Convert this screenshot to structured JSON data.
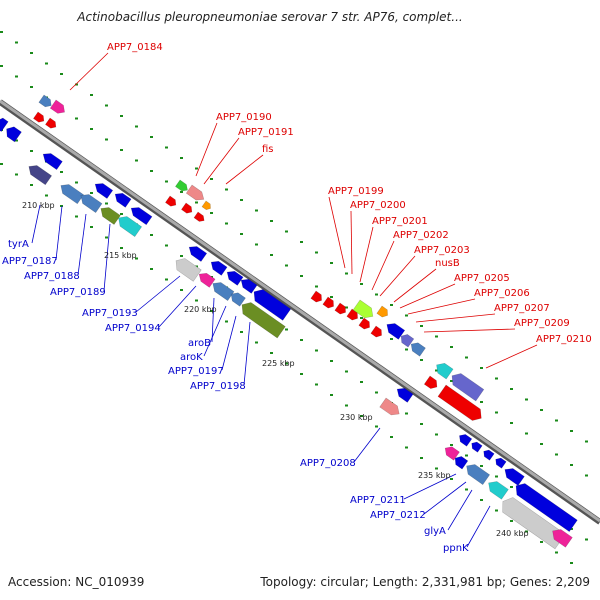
{
  "title": "Actinobacillus pleuropneumoniae serovar 7 str. AP76, complet...",
  "accession": "Accession: NC_010939",
  "topology": "Topology: circular; Length: 2,331,981 bp; Genes: 2,209",
  "colors": {
    "backbone": "#888888",
    "forward_label": "#dd0000",
    "reverse_label": "#0000cc",
    "forward_gene": "#ee0000",
    "reverse_gene": "#0000dd",
    "tick_dot": "#1a8a1a"
  },
  "ticks": [
    "210 kbp",
    "215 kbp",
    "220 kbp",
    "225 kbp",
    "230 kbp",
    "235 kbp",
    "240 kbp"
  ],
  "forward_labels": [
    "APP7_0184",
    "APP7_0190",
    "APP7_0191",
    "fis",
    "APP7_0199",
    "APP7_0200",
    "APP7_0201",
    "APP7_0202",
    "APP7_0203",
    "nusB",
    "APP7_0205",
    "APP7_0206",
    "APP7_0207",
    "APP7_0209",
    "APP7_0210"
  ],
  "reverse_labels": [
    "tyrA",
    "APP7_0187",
    "APP7_0188",
    "APP7_0189",
    "APP7_0193",
    "APP7_0194",
    "aroB",
    "aroK",
    "APP7_0197",
    "APP7_0198",
    "APP7_0208",
    "APP7_0211",
    "APP7_0212",
    "glyA",
    "ppnK"
  ]
}
